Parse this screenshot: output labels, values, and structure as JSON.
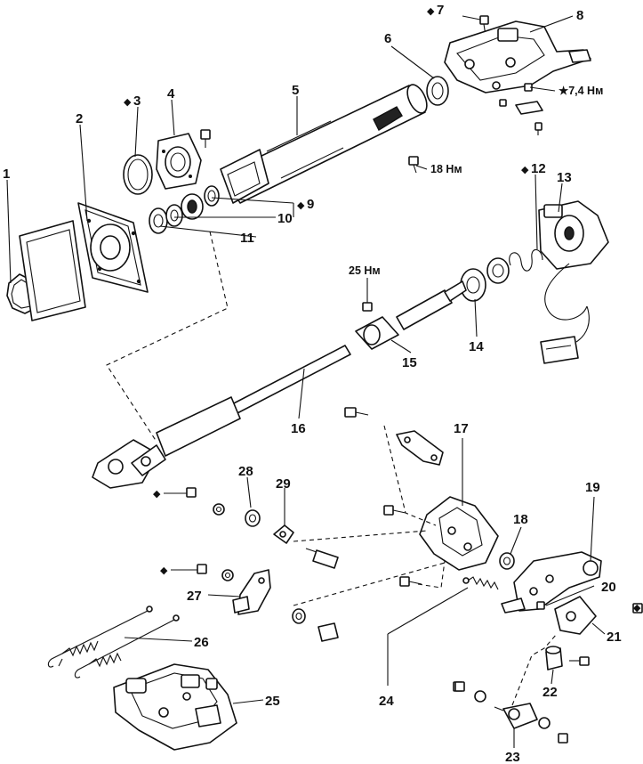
{
  "diagram": {
    "part_labels": {
      "p1": "1",
      "p2": "2",
      "p3": "3",
      "p4": "4",
      "p5": "5",
      "p6": "6",
      "p7": "7",
      "p8": "8",
      "p9": "9",
      "p10": "10",
      "p11": "11",
      "p12": "12",
      "p13": "13",
      "p14": "14",
      "p15": "15",
      "p16": "16",
      "p17": "17",
      "p18": "18",
      "p19": "19",
      "p20": "20",
      "p21": "21",
      "p22": "22",
      "p23": "23",
      "p24": "24",
      "p25": "25",
      "p26": "26",
      "p27": "27",
      "p28": "28",
      "p29": "29"
    },
    "torque_labels": {
      "t1": "★7,4 Нм",
      "t2": "18 Нм",
      "t3": "25 Нм"
    },
    "markers": {
      "diamond": "◆",
      "star": "★"
    }
  }
}
